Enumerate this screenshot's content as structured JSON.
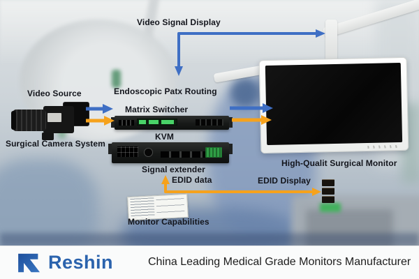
{
  "colors": {
    "video_arrow_blue": "#3f6fc4",
    "edid_arrow_orange": "#f6a21c",
    "brand_blue": "#2b63ad"
  },
  "diagram": {
    "video_signal_display": "Video Signal Display",
    "video_source": "Video Source",
    "endoscopic_path_routing": "Endoscopic Patx Routing",
    "matrix_switcher": "Matrix Switcher",
    "kvm": "KVM",
    "surgical_camera_system": "Surgical Camera System",
    "signal_extender": "Signal extender",
    "edid_data": "EDID data",
    "edid_display": "EDID Display",
    "high_quality_surgical_monitor": "High-Qualit Surgical Monitor",
    "monitor_capabilities": "Monitor Capabilities"
  },
  "footer": {
    "brand": "Reshin",
    "tagline": "China Leading Medical Grade Monitors Manufacturer"
  }
}
